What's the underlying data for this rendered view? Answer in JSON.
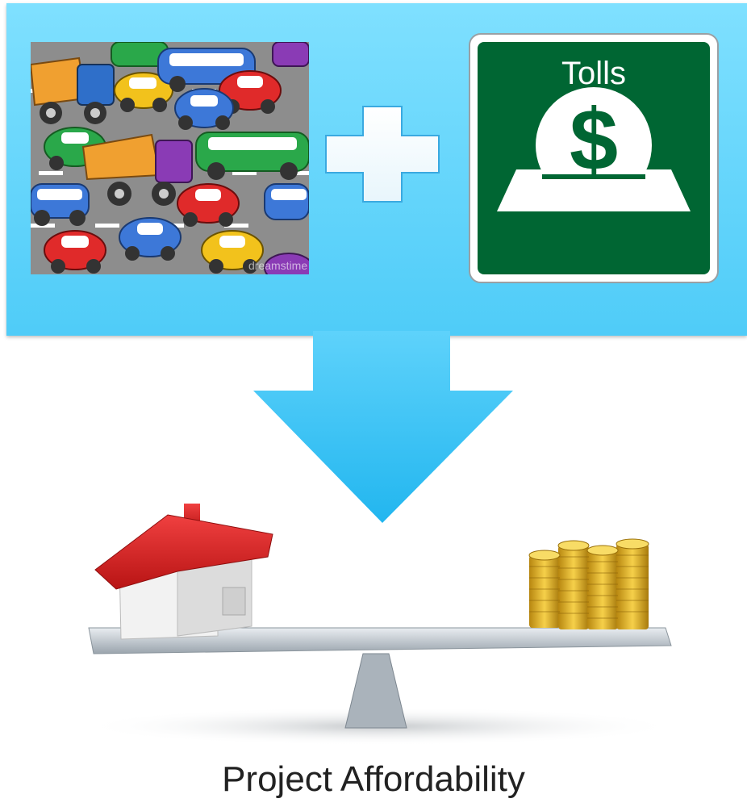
{
  "panel": {
    "sign": {
      "label": "Tolls",
      "symbol": "$",
      "background": "#006633"
    },
    "traffic_watermark": "dreamstime",
    "traffic_icon": "traffic-jam-cartoon",
    "operator_icon": "plus-icon"
  },
  "arrow": {
    "icon": "down-arrow-icon",
    "color": "#3fc3f5"
  },
  "balance": {
    "left_item": "house-icon",
    "right_item": "coin-stacks-icon"
  },
  "caption": "Project Affordability"
}
